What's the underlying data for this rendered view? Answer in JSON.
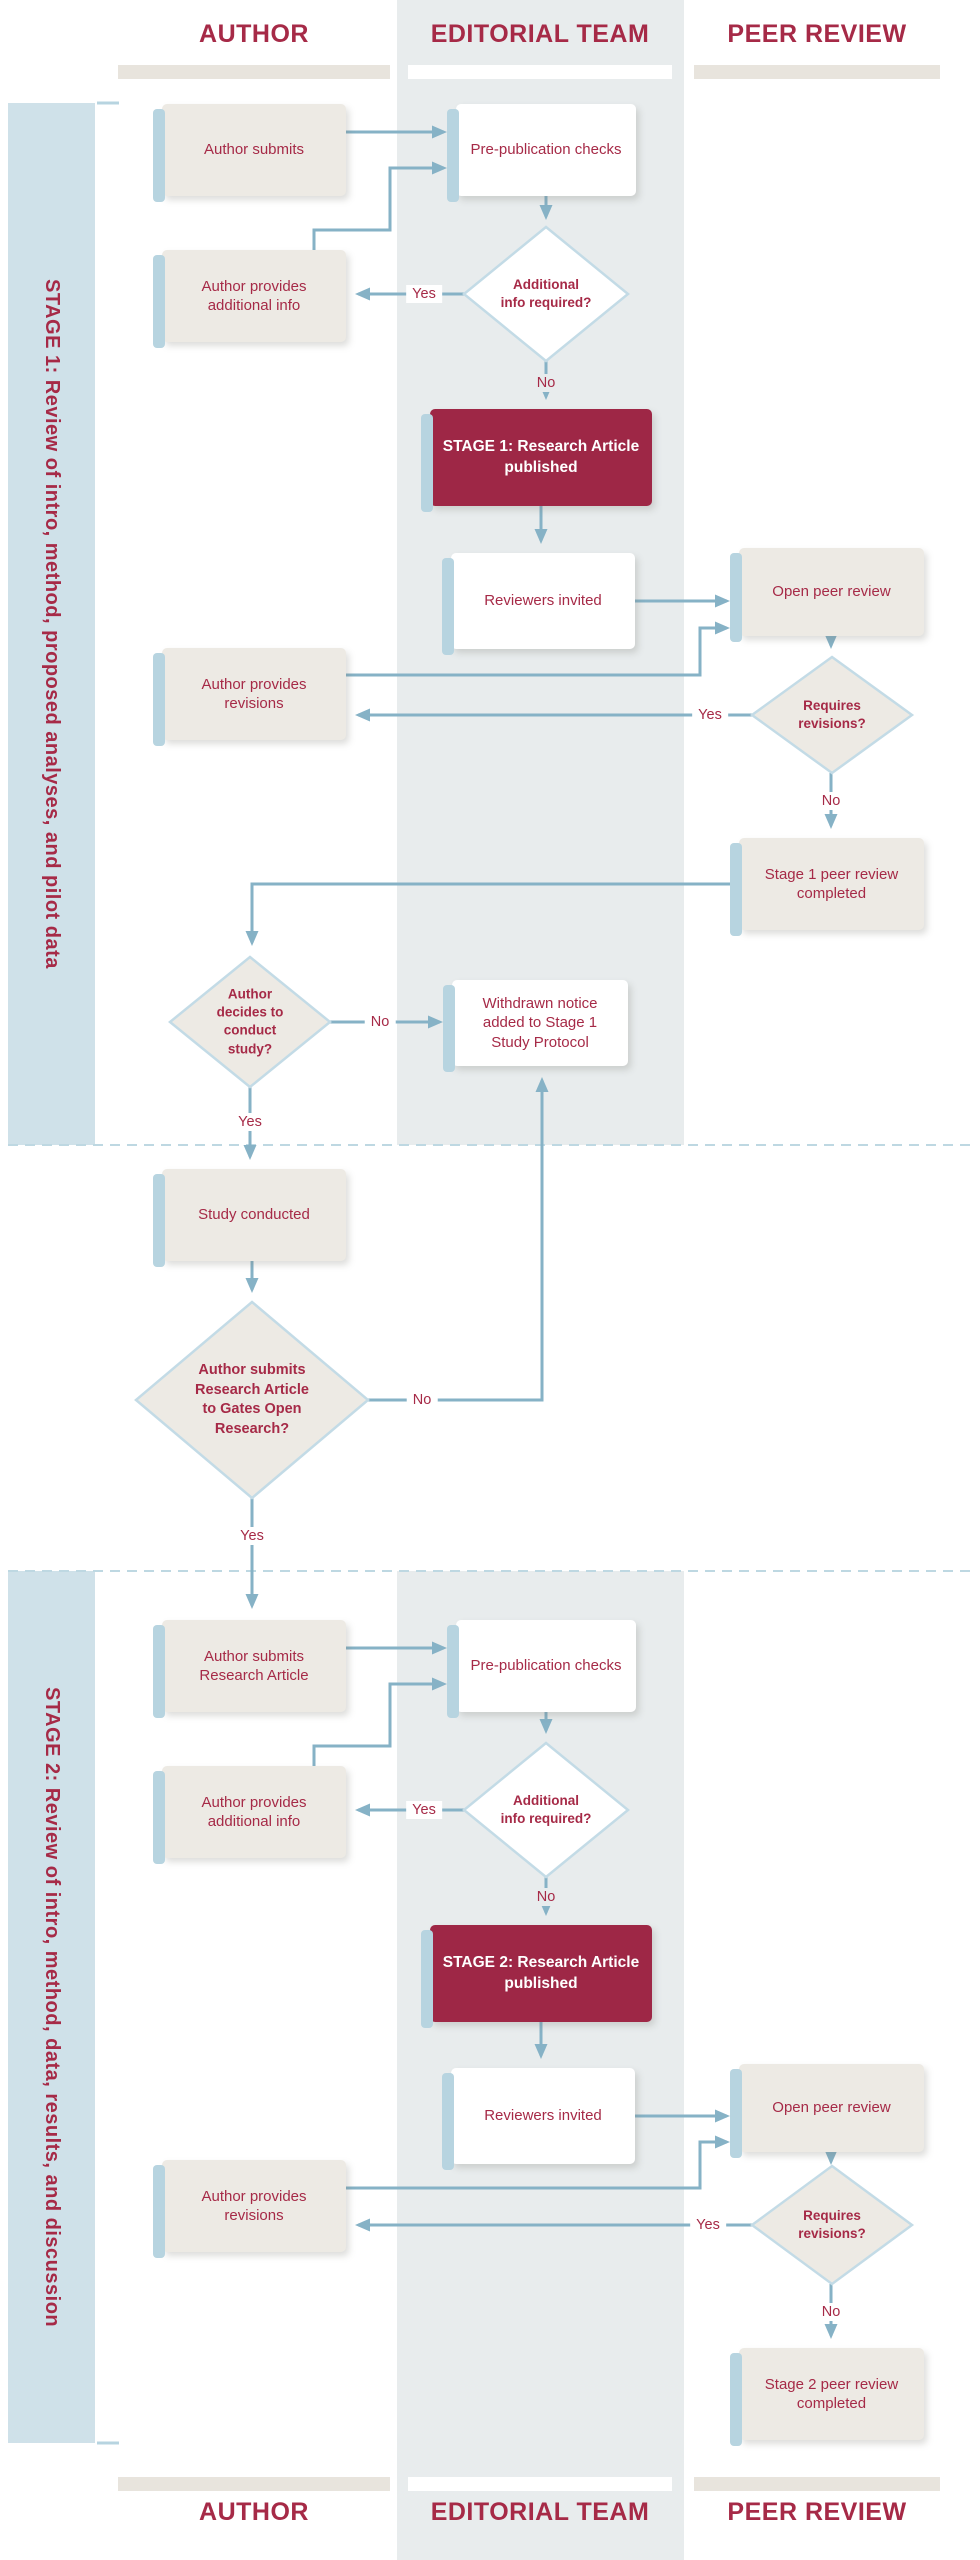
{
  "header": {
    "author": "AUTHOR",
    "editorial": "EDITORIAL TEAM",
    "peer": "PEER REVIEW"
  },
  "footer": {
    "author": "AUTHOR",
    "editorial": "EDITORIAL TEAM",
    "peer": "PEER REVIEW"
  },
  "sidebar": {
    "stage1": "STAGE 1: Review of intro, method, proposed analyses, and pilot data",
    "stage2": "STAGE 2: Review of intro, method, data, results, and discussion"
  },
  "labels": {
    "yes": "Yes",
    "no": "No"
  },
  "stage1": {
    "author_submits": "Author submits",
    "prepub_checks": "Pre-publication checks",
    "additional_info_q": "Additional\ninfo required?",
    "provides_info": "Author provides additional info",
    "published": "STAGE 1: Research Article published",
    "reviewers_invited": "Reviewers invited",
    "open_review": "Open peer review",
    "requires_revisions_q": "Requires\nrevisions?",
    "provides_revisions": "Author provides revisions",
    "review_completed": "Stage 1 peer review completed",
    "decides_q": "Author\ndecides to\nconduct\nstudy?",
    "withdrawn": "Withdrawn notice added to Stage 1 Study Protocol",
    "study_conducted": "Study conducted",
    "submits_article_q": "Author submits\nResearch Article\nto Gates Open\nResearch?"
  },
  "stage2": {
    "author_submits": "Author submits Research Article",
    "prepub_checks": "Pre-publication checks",
    "additional_info_q": "Additional\ninfo required?",
    "provides_info": "Author provides additional info",
    "published": "STAGE 2: Research Article published",
    "reviewers_invited": "Reviewers invited",
    "open_review": "Open peer review",
    "requires_revisions_q": "Requires\nrevisions?",
    "provides_revisions": "Author provides revisions",
    "review_completed": "Stage 2 peer review completed"
  },
  "theme": {
    "accent_red": "#9e2746",
    "text_red": "#a62a47",
    "box_beige": "#edeae4",
    "box_white": "#ffffff",
    "accent_blue": "#b7d4e0",
    "column_gray": "#e8eced",
    "band_blue": "#cfe1e9",
    "bar_gray": "#e8e4dd",
    "line_blue": "#86b2c6",
    "diamond_stroke": "#c3dbe6",
    "dash_blue": "#bed8e2"
  }
}
